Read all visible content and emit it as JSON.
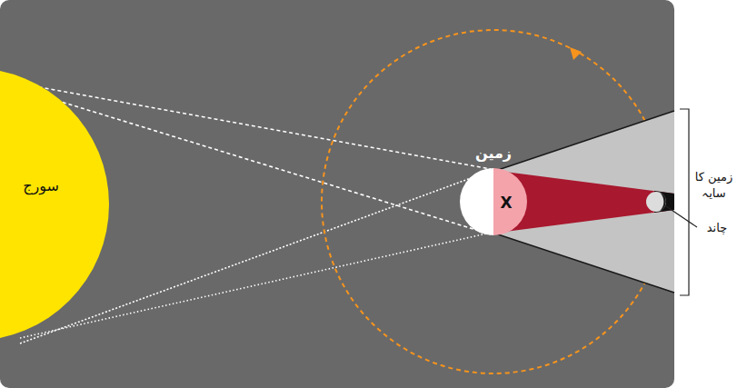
{
  "diagram": {
    "nodes": [
      {
        "text": [
          "سورج"
        ]
      },
      {
        "text": [
          "زمین",
          "X"
        ]
      }
    ],
    "labels": [
      "زمین کا سایہ",
      "چاند"
    ]
  }
}
